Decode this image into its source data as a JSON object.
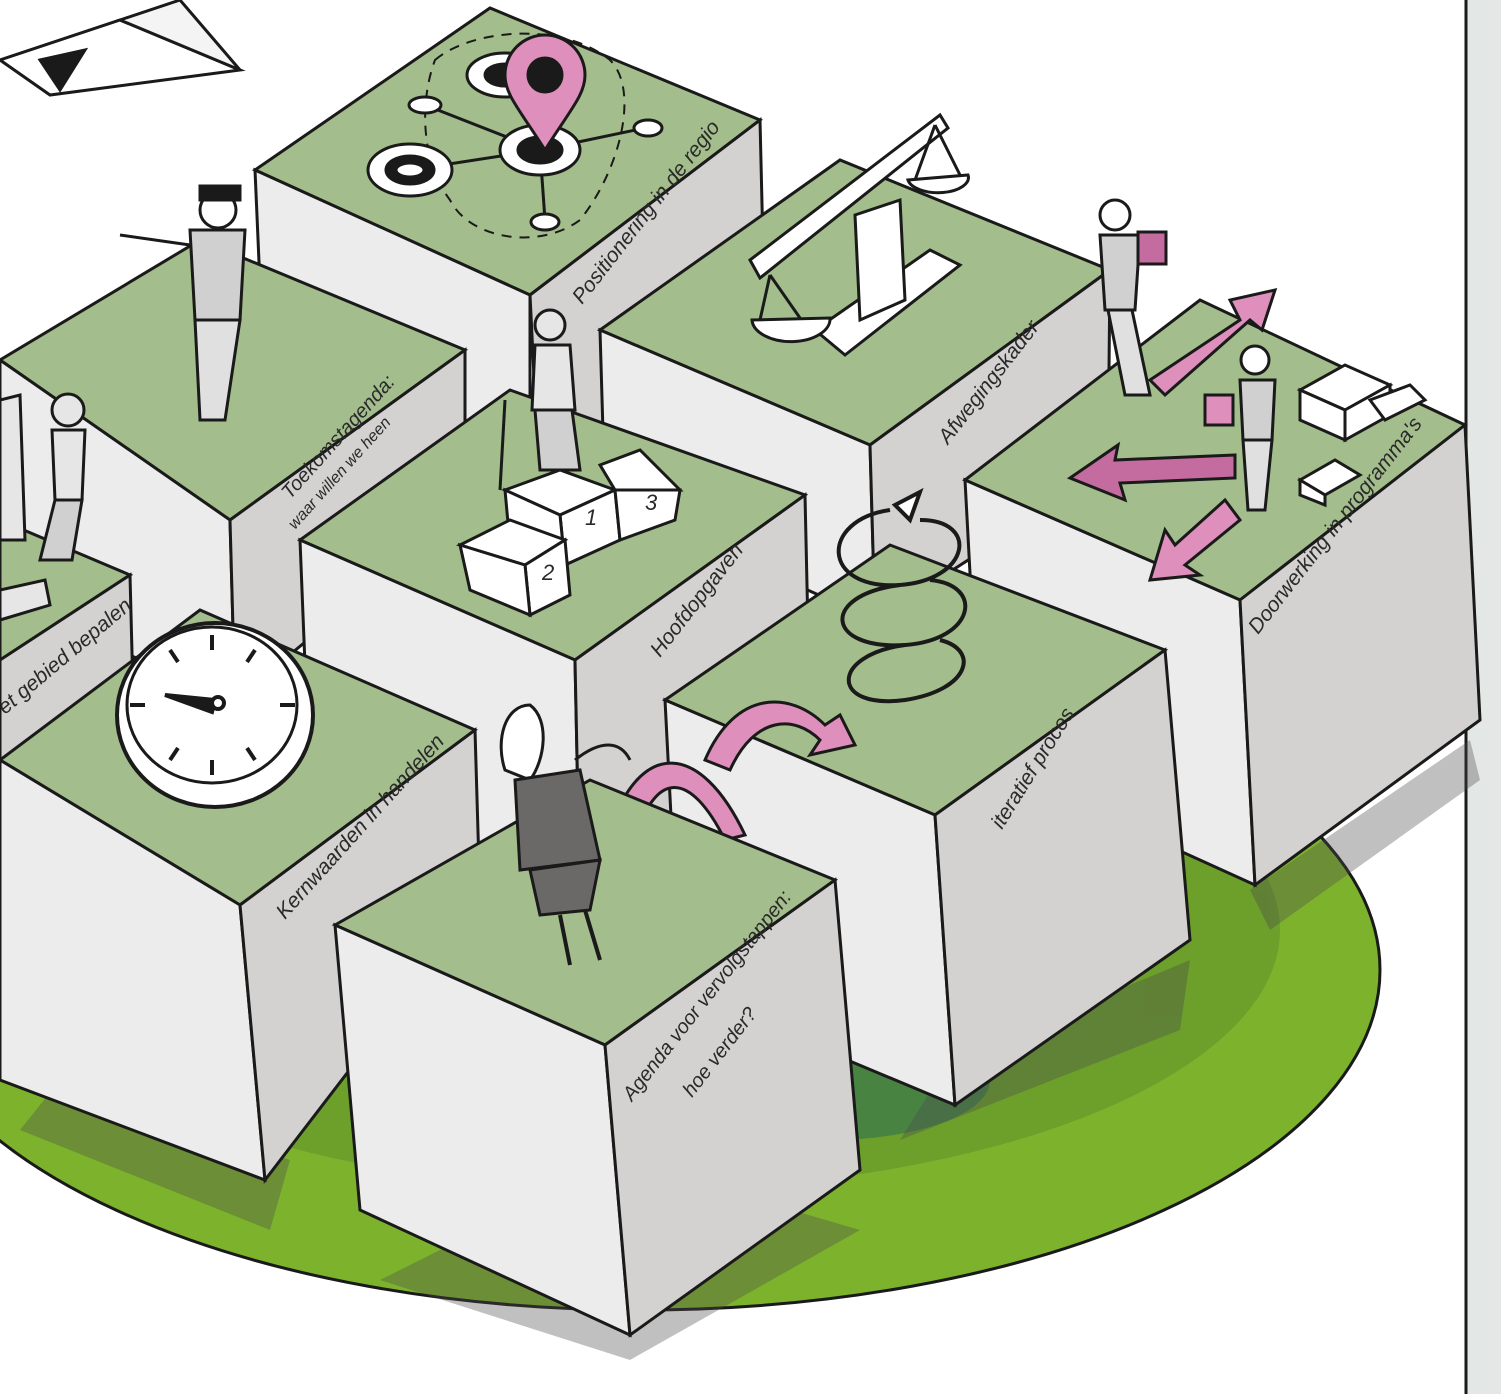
{
  "colors": {
    "platform_outer": "#7db32c",
    "platform_shadow": "#4f7d26",
    "cube_top": "#a3bd8c",
    "cube_side_light": "#ececec",
    "cube_side_dark": "#d4d1d1",
    "accent_pink": "#de8fbb",
    "right_panel": "#e3e8e6",
    "outline": "#1a1a1a"
  },
  "labels": {
    "positionering": "Positionering in de regio",
    "afwegingskader": "Afwegingskader",
    "toekomstagenda_line1": "Toekomstagenda:",
    "toekomstagenda_line2": "waar willen we heen",
    "hoofdopgaven": "Hoofdopgaven",
    "doorwerking": "Doorwerking in programma's",
    "gebied": "et gebied bepalen",
    "kernwaarden": "Kernwaarden in handelen",
    "iteratief": "iteratief proces",
    "agenda_line1": "Agenda voor vervolgstappen:",
    "agenda_line2": "hoe verder?"
  },
  "podium": {
    "first": "1",
    "second": "2",
    "third": "3"
  },
  "icons": {
    "map_pin": "map-pin-icon",
    "scale": "balance-scale-icon",
    "podium": "podium-icon",
    "clock": "clock-icon",
    "spiral": "spiral-arrow-icon",
    "arrows": "direction-arrows-icon",
    "boxes": "boxes-icon",
    "jump_arrow": "jump-arrow-icon"
  }
}
